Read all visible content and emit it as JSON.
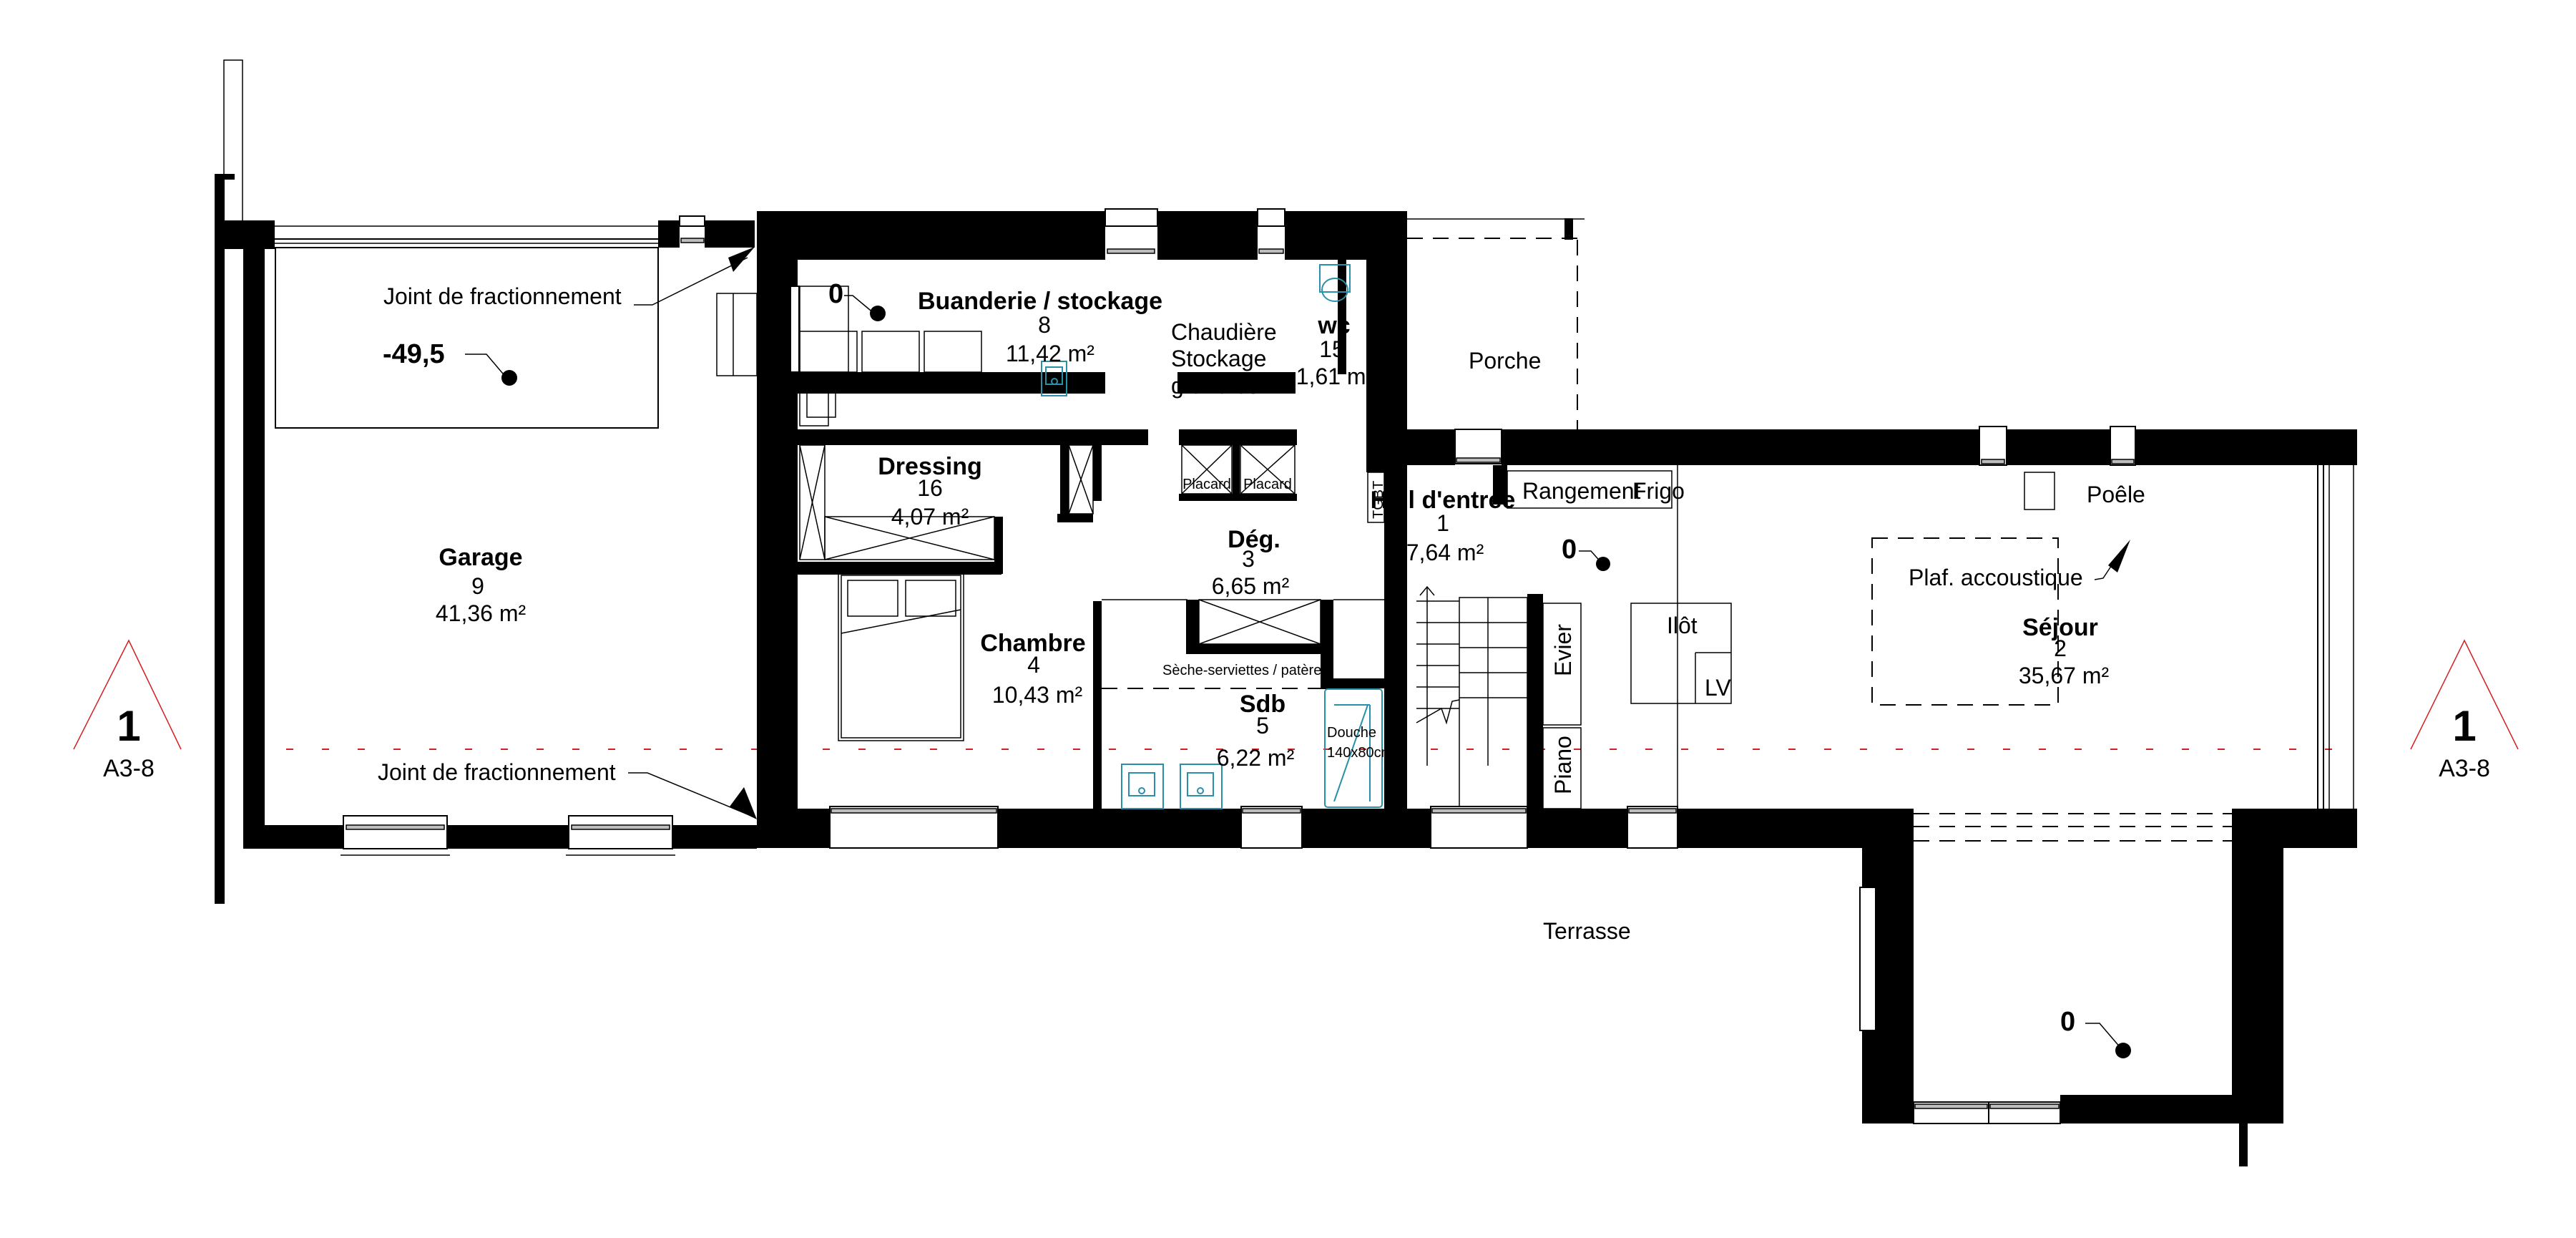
{
  "drawing": {
    "type": "floor-plan",
    "section_markers": [
      {
        "number": "1",
        "sheet": "A3-8",
        "side": "left"
      },
      {
        "number": "1",
        "sheet": "A3-8",
        "side": "right"
      }
    ],
    "colors": {
      "walls": "#000000",
      "section_line": "#d42020",
      "fixtures": "#2a8fa8",
      "background": "#ffffff"
    }
  },
  "rooms": {
    "garage": {
      "name": "Garage",
      "number": "9",
      "area": "41,36 m²"
    },
    "buanderie": {
      "name": "Buanderie / stockage",
      "number": "8",
      "area": "11,42 m²"
    },
    "wc": {
      "name": "wc",
      "number": "15",
      "area": "1,61 m²"
    },
    "dressing": {
      "name": "Dressing",
      "number": "16",
      "area": "4,07 m²"
    },
    "deg": {
      "name": "Dég.",
      "number": "3",
      "area": "6,65 m²"
    },
    "chambre": {
      "name": "Chambre",
      "number": "4",
      "area": "10,43 m²"
    },
    "sdb": {
      "name": "Sdb",
      "number": "5",
      "area": "6,22 m²"
    },
    "hall": {
      "name": "Hall d'entrée",
      "number": "1",
      "area": "7,64 m²"
    },
    "sejour": {
      "name": "Séjour",
      "number": "2",
      "area": "35,67 m²"
    }
  },
  "labels": {
    "joint_top": "Joint de fractionnement",
    "joint_bottom": "Joint de fractionnement",
    "chaudiere_line1": "Chaudière",
    "chaudiere_line2": "Stockage",
    "chaudiere_line3": "granulés",
    "placard1": "Placard",
    "placard2": "Placard",
    "tgbt": "TGBT",
    "seche_serviettes": "Sèche-serviettes / patères",
    "douche_line1": "Douche",
    "douche_line2": "140x80cm",
    "porche": "Porche",
    "rangement": "Rangement",
    "frigo": "Frigo",
    "evier": "Evier",
    "piano": "Piano",
    "ilot": "Ilôt",
    "lv": "LV",
    "poele": "Poêle",
    "plafond": "Plaf. accoustique",
    "terrasse": "Terrasse"
  },
  "levels": {
    "garage": "-49,5",
    "buanderie": "0",
    "kitchen": "0",
    "terrasse": "0"
  }
}
